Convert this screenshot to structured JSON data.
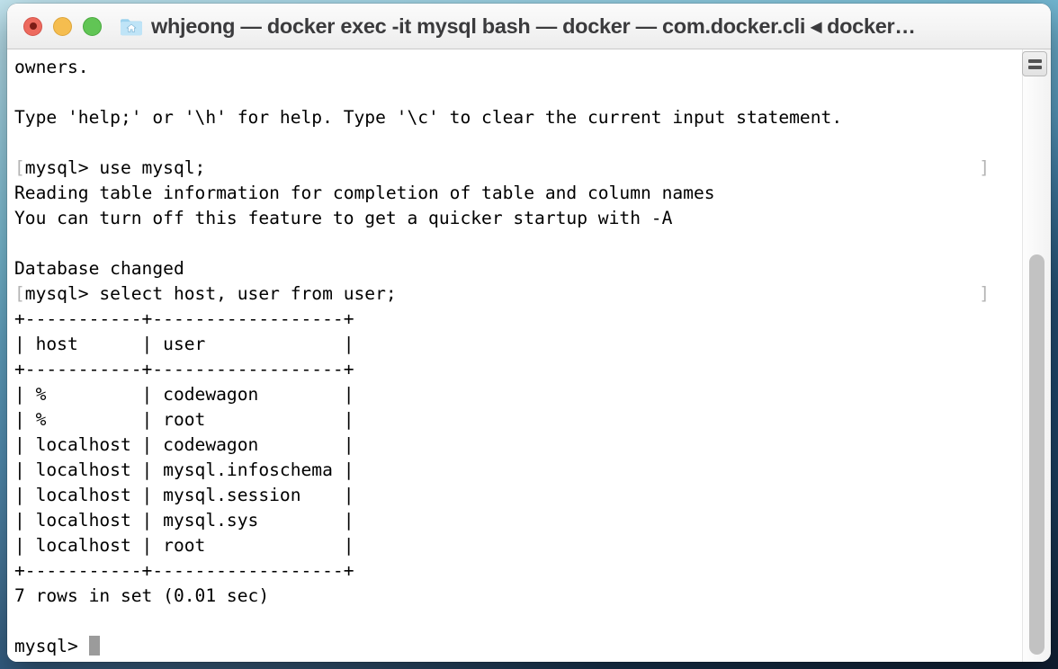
{
  "window": {
    "title": "whjeong — docker exec -it mysql bash — docker — com.docker.cli ◂ docker…",
    "folder_icon": "home-folder-icon",
    "traffic_lights": {
      "close_label": "close",
      "minimize_label": "minimize",
      "zoom_label": "zoom",
      "close_color": "#ed6a5e",
      "minimize_color": "#f5bd4f",
      "zoom_color": "#61c555"
    },
    "split_pane_label": "split-pane"
  },
  "terminal": {
    "prompt": "mysql>",
    "command_mark_open": "[",
    "command_mark_close": "]",
    "cursor": "block-cursor",
    "foreground": "#000000",
    "background": "#ffffff",
    "mark_color": "#b4b4b4",
    "lines": [
      "owners.",
      "",
      "Type 'help;' or '\\h' for help. Type '\\c' to clear the current input statement.",
      "",
      "[mysql> use mysql;",
      "Reading table information for completion of table and column names",
      "You can turn off this feature to get a quicker startup with -A",
      "",
      "Database changed",
      "[mysql> select host, user from user;",
      "+-----------+------------------+",
      "| host      | user             |",
      "+-----------+------------------+",
      "| %         | codewagon        |",
      "| %         | root             |",
      "| localhost | codewagon        |",
      "| localhost | mysql.infoschema |",
      "| localhost | mysql.session    |",
      "| localhost | mysql.sys        |",
      "| localhost | root             |",
      "+-----------+------------------+",
      "7 rows in set (0.01 sec)",
      "",
      "mysql> "
    ],
    "commands": [
      "use mysql;",
      "select host, user from user;"
    ],
    "result_table": {
      "headers": [
        "host",
        "user"
      ],
      "rows": [
        [
          "%",
          "codewagon"
        ],
        [
          "%",
          "root"
        ],
        [
          "localhost",
          "codewagon"
        ],
        [
          "localhost",
          "mysql.infoschema"
        ],
        [
          "localhost",
          "mysql.session"
        ],
        [
          "localhost",
          "mysql.sys"
        ],
        [
          "localhost",
          "root"
        ]
      ],
      "summary": "7 rows in set (0.01 sec)",
      "row_count": 7,
      "elapsed": "0.01 sec"
    },
    "messages": [
      "owners.",
      "Type 'help;' or '\\h' for help. Type '\\c' to clear the current input statement.",
      "Reading table information for completion of table and column names",
      "You can turn off this feature to get a quicker startup with -A",
      "Database changed"
    ]
  },
  "scrollbar": {
    "name": "vertical-scrollbar",
    "thumb_color": "#c2c2c2"
  }
}
